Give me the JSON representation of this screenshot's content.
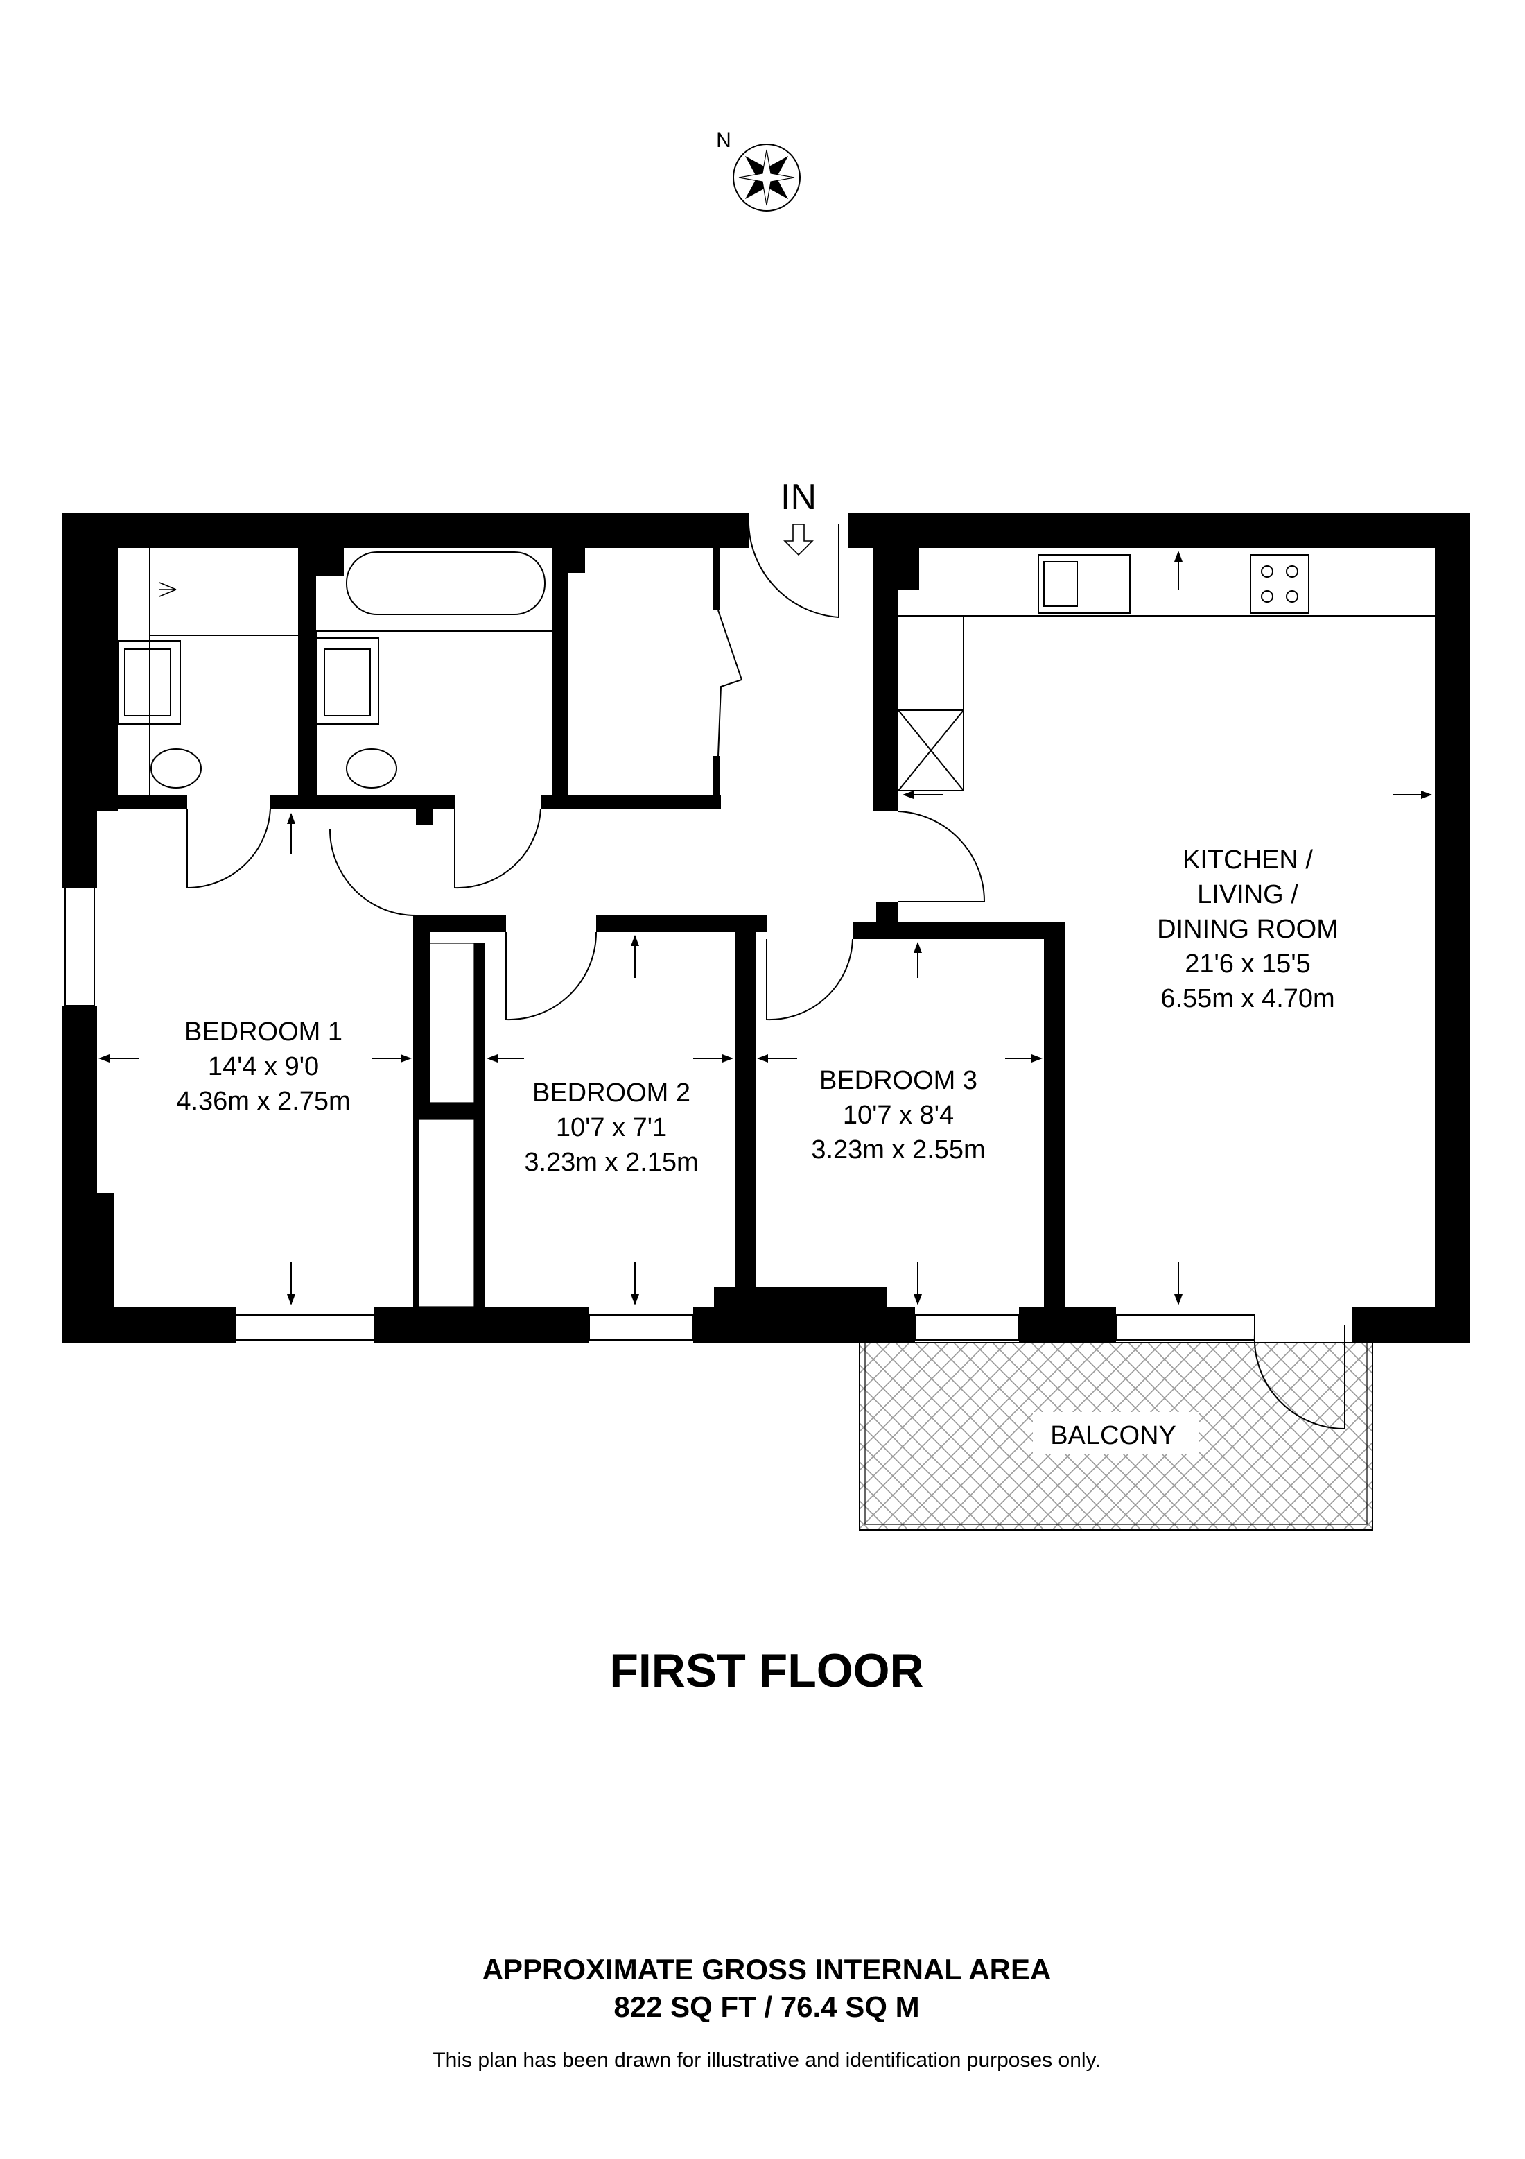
{
  "compass": {
    "north_label": "N",
    "icon": "compass-rose-icon"
  },
  "entrance": {
    "label": "IN"
  },
  "rooms": [
    {
      "name": "BEDROOM 1",
      "imperial": "14'4 x 9'0",
      "metric": "4.36m x 2.75m"
    },
    {
      "name": "BEDROOM 2",
      "imperial": "10'7 x 7'1",
      "metric": "3.23m x 2.15m"
    },
    {
      "name": "BEDROOM 3",
      "imperial": "10'7 x 8'4",
      "metric": "3.23m x 2.55m"
    },
    {
      "name_lines": [
        "KITCHEN /",
        "LIVING /",
        "DINING ROOM"
      ],
      "imperial": "21'6 x 15'5",
      "metric": "6.55m x 4.70m"
    },
    {
      "name": "BALCONY"
    }
  ],
  "floor_title": "FIRST FLOOR",
  "area": {
    "heading": "APPROXIMATE GROSS INTERNAL AREA",
    "value": "822 SQ FT / 76.4 SQ M"
  },
  "disclaimer": "This plan has been drawn for illustrative and identification purposes only."
}
